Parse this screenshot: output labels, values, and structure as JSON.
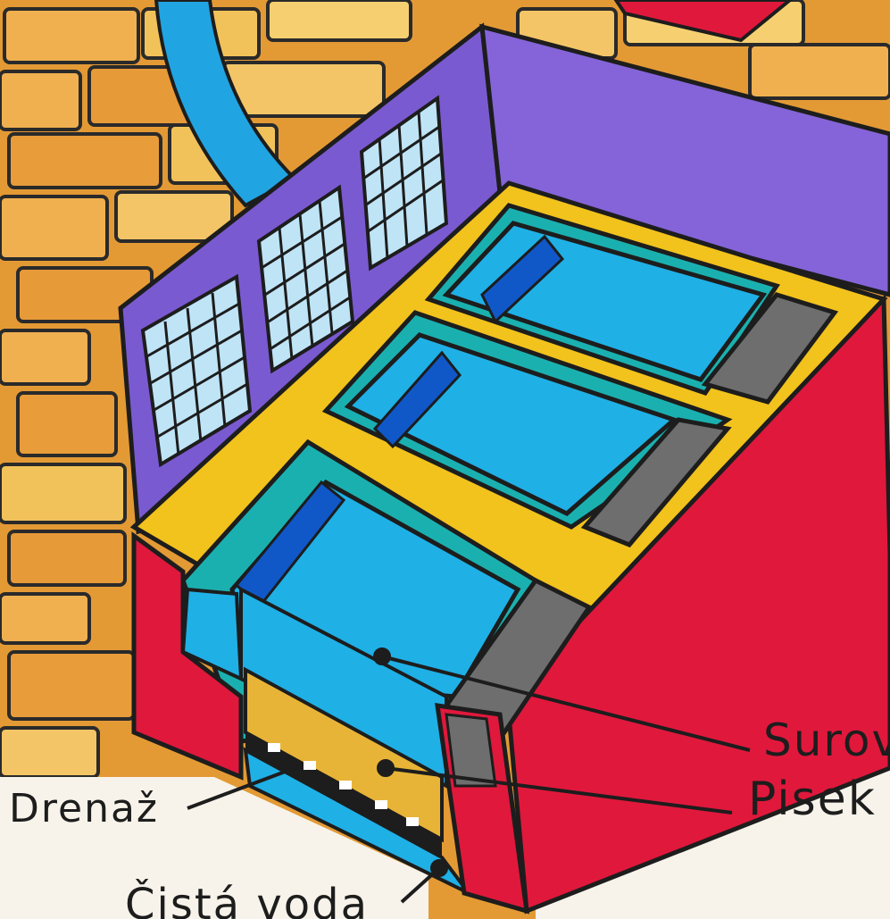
{
  "labels": {
    "drenaz": "Drenaž",
    "surova": "Surov",
    "pisek": "Pisek",
    "cista": "Čistá voda"
  },
  "colors": {
    "brick": "#e39a35",
    "brick_light": "#f0c060",
    "mortar": "#2a2a2a",
    "wall_purple": "#7a5ad0",
    "frame_yellow": "#f2c21d",
    "water": "#1fb0e6",
    "water_deep": "#1058c8",
    "teal": "#1bb0b0",
    "red": "#e0183c",
    "gray": "#6e6e6e",
    "sand": "#e8b437",
    "ink": "#1d1d1d"
  },
  "icons": [
    "window-grid-icon",
    "pipe-icon"
  ]
}
